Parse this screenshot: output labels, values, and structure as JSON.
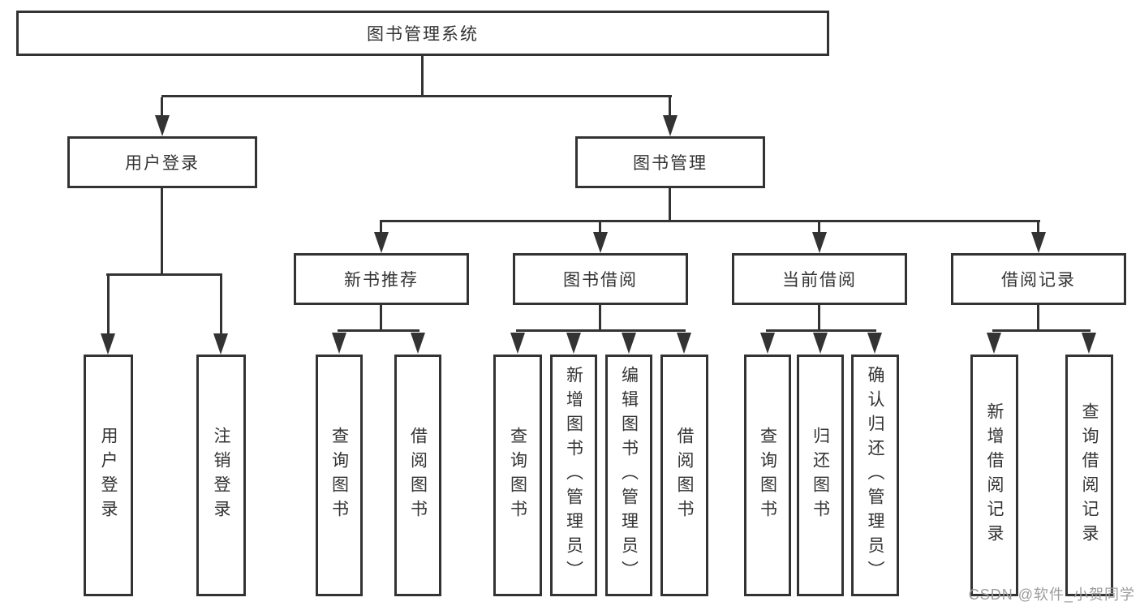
{
  "diagram": {
    "type": "tree",
    "tree": {
      "label": "图书管理系统",
      "children": [
        {
          "label": "用户登录",
          "children": [
            {
              "label": "用户登录"
            },
            {
              "label": "注销登录"
            }
          ]
        },
        {
          "label": "图书管理",
          "children": [
            {
              "label": "新书推荐",
              "children": [
                {
                  "label": "查询图书"
                },
                {
                  "label": "借阅图书"
                }
              ]
            },
            {
              "label": "图书借阅",
              "children": [
                {
                  "label": "查询图书"
                },
                {
                  "label": "新增图书（管理员）"
                },
                {
                  "label": "编辑图书（管理员）"
                },
                {
                  "label": "借阅图书"
                }
              ]
            },
            {
              "label": "当前借阅",
              "children": [
                {
                  "label": "查询图书"
                },
                {
                  "label": "归还图书"
                },
                {
                  "label": "确认归还（管理员）"
                }
              ]
            },
            {
              "label": "借阅记录",
              "children": [
                {
                  "label": "新增借阅记录"
                },
                {
                  "label": "查询借阅记录"
                }
              ]
            }
          ]
        }
      ]
    }
  },
  "watermark": {
    "text": "CSDN @软件_小贺同学"
  },
  "colors": {
    "line": "#333333",
    "text": "#333333",
    "node_fill": "#ffffff",
    "background": "#ffffff",
    "watermark": "#9c9c9c"
  }
}
